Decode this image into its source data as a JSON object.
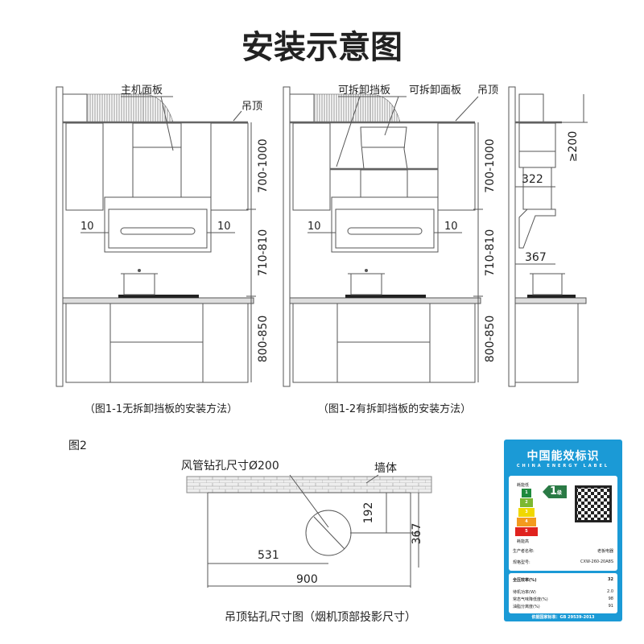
{
  "title": "安装示意图",
  "fig1": {
    "main_panel": "主机面板",
    "ceiling": "吊顶",
    "gap_left": "10",
    "gap_right": "10",
    "dim_upper": "700-1000",
    "dim_mid": "710-810",
    "dim_lower": "800-850",
    "caption": "（图1-1无拆卸挡板的安装方法）"
  },
  "fig2": {
    "removable_baffle": "可拆卸挡板",
    "removable_panel": "可拆卸面板",
    "ceiling": "吊顶",
    "gap_left": "10",
    "gap_right": "10",
    "dim_upper": "700-1000",
    "dim_mid": "710-810",
    "dim_lower": "800-850",
    "caption": "（图1-2有拆卸挡板的安装方法）"
  },
  "side": {
    "dim_top": "≥200",
    "dim_depth1": "322",
    "dim_depth2": "367"
  },
  "fig3": {
    "label": "图2",
    "duct_hole": "风管钻孔尺寸Ø200",
    "wall": "墙体",
    "dim_192": "192",
    "dim_367": "367",
    "dim_531": "531",
    "dim_900": "900",
    "caption": "吊顶钻孔尺寸图（烟机顶部投影尺寸）"
  },
  "energy_label": {
    "title": "中国能效标识",
    "subtitle": "CHINA ENERGY LABEL",
    "low": "耗能低",
    "high": "耗能高",
    "grades": [
      "1",
      "2",
      "3",
      "4",
      "5"
    ],
    "grade_colors": [
      "#1e8a3c",
      "#7cb832",
      "#f0d800",
      "#f39a1e",
      "#e0221e"
    ],
    "rating": "1",
    "rating_unit": "级",
    "maker_label": "生产者名称:",
    "maker": "老板电器",
    "model_label": "规格型号:",
    "model": "CXW-260-20A8S",
    "eff_label": "全压效率(%)",
    "eff": "32",
    "standby_label": "待机功率(W)",
    "standby": "2.0",
    "air_label": "常态气味降低度(%)",
    "air": "98",
    "oil_label": "油脂分离度(%)",
    "oil": "91",
    "standard": "依据国家标准：GB 29539-2013",
    "accent": "#1b9ad6"
  }
}
